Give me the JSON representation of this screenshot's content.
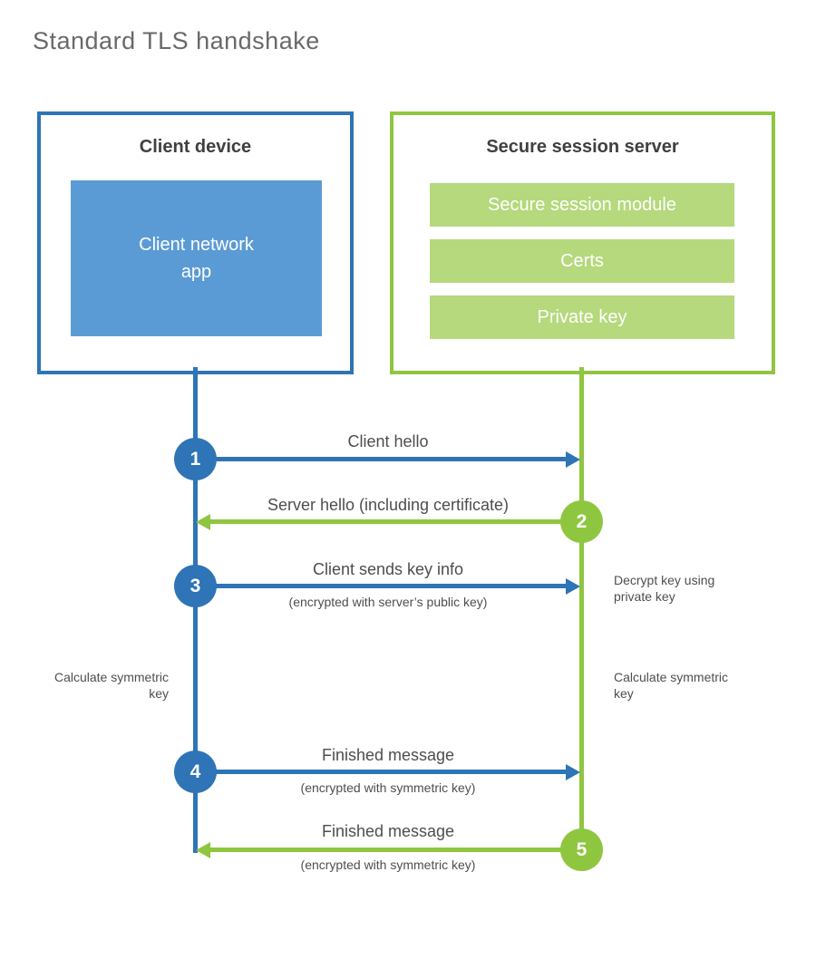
{
  "title": "Standard TLS handshake",
  "colors": {
    "blue": "#2e74b6",
    "blue-light": "#5b9bd5",
    "green": "#8fc640",
    "green-light": "#b5d97c",
    "heading-color": "#3f4041",
    "label-color": "#4d4e50",
    "title-color": "#68696b"
  },
  "client": {
    "header": "Client device",
    "app_line1": "Client network",
    "app_line2": "app"
  },
  "server": {
    "header": "Secure session server",
    "modules": [
      "Secure session module",
      "Certs",
      "Private key"
    ]
  },
  "steps": [
    {
      "num": "1",
      "label": "Client hello"
    },
    {
      "num": "2",
      "label": "Server hello (including certificate)"
    },
    {
      "num": "3",
      "label": "Client sends key info",
      "sub": "(encrypted with server’s public key)"
    },
    {
      "num": "4",
      "label": "Finished message",
      "sub": "(encrypted with symmetric key)"
    },
    {
      "num": "5",
      "label": "Finished message",
      "sub": "(encrypted with symmetric key)"
    }
  ],
  "notes": {
    "decrypt": "Decrypt key using private key",
    "calc_left": "Calculate symmetric key",
    "calc_right": "Calculate symmetric key"
  }
}
